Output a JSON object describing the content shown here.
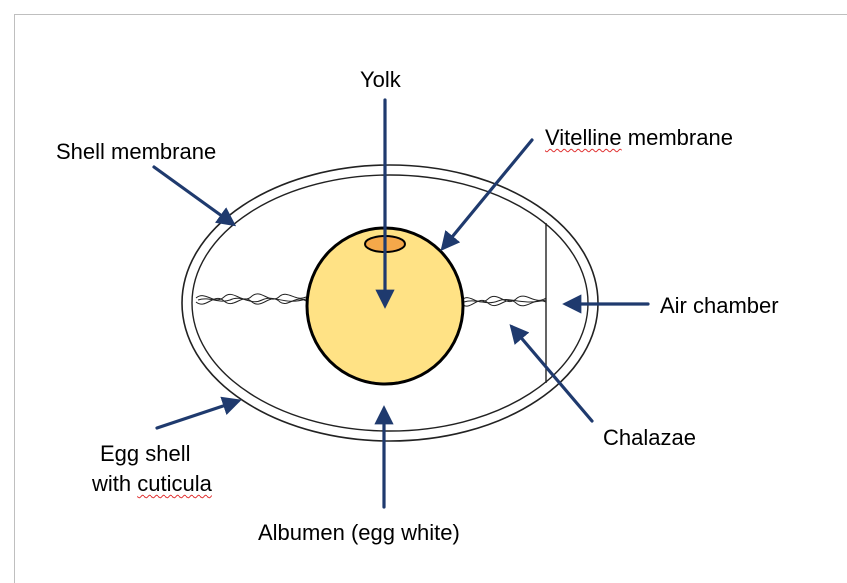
{
  "labels": {
    "yolk": "Yolk",
    "shell_membrane": "Shell membrane",
    "vitelline_word": "Vitelline",
    "vitelline_rest": " membrane",
    "air_chamber": "Air chamber",
    "chalazae": "Chalazae",
    "egg_shell_line1": "Egg shell",
    "egg_shell_with": "with ",
    "egg_shell_cuticula": "cuticula",
    "albumen": "Albumen (egg white)"
  },
  "colors": {
    "arrow": "#1f3a6e",
    "yolk_fill": "#ffe285",
    "germinal_disc": "#f5a84a",
    "outline": "#000000",
    "frame": "#bfbfbf"
  },
  "icons": [
    "arrow-icon"
  ]
}
